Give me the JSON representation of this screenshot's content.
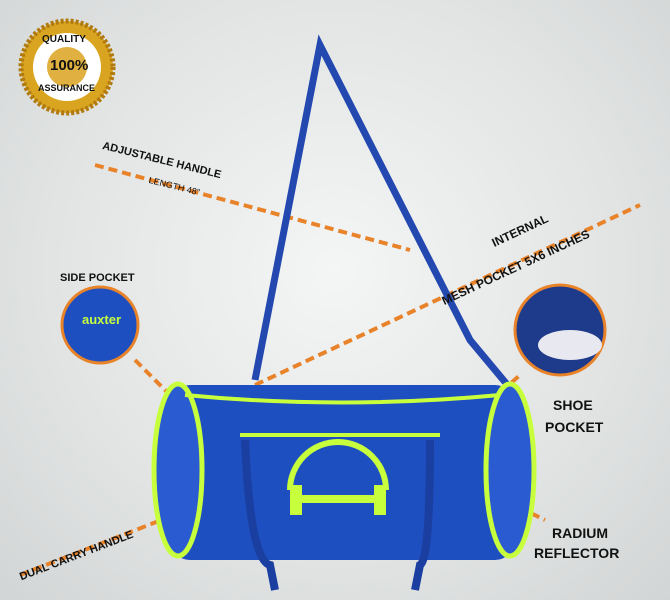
{
  "badge": {
    "top": "QUALITY",
    "center": "100%",
    "bottom": "ASSURANCE"
  },
  "brand": "auxter",
  "callouts": {
    "adjustable_handle": "ADJUSTABLE HANDLE",
    "handle_length": "LENGTH 48\"",
    "internal": "INTERNAL",
    "mesh_pocket": "MESH POCKET 5X6 INCHES",
    "side_pocket": "SIDE POCKET",
    "shoe_pocket_1": "SHOE",
    "shoe_pocket_2": "POCKET",
    "dual_carry": "DUAL CARRY HANDLE",
    "radium_1": "RADIUM",
    "radium_2": "REFLECTOR"
  },
  "colors": {
    "bag": "#1e4fc0",
    "accent": "#c8ff3c",
    "callout_line": "#e8832a",
    "badge_gold": "#d9a520"
  }
}
